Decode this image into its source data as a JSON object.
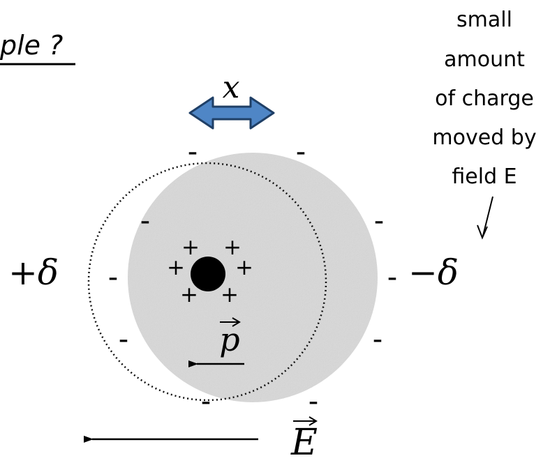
{
  "title_fragment": "ple ?",
  "annotation_lines": [
    "small",
    "amount",
    "of charge",
    "moved by",
    "field E"
  ],
  "labels": {
    "displacement": "x",
    "left_charge": "+δ",
    "right_charge": "−δ",
    "dipole_moment": "p",
    "field": "E"
  },
  "signs": {
    "negative": "-",
    "positive": "+"
  },
  "colors": {
    "arrow_fill": "#4f86c6",
    "arrow_stroke": "#1f3f66",
    "cloud_fill": "#d9d9d9",
    "nucleus": "#000000",
    "ink": "#000000"
  },
  "icons": {
    "displacement_arrow": "double-headed-arrow-icon",
    "vector_accent": "right-arrow-accent-icon"
  }
}
